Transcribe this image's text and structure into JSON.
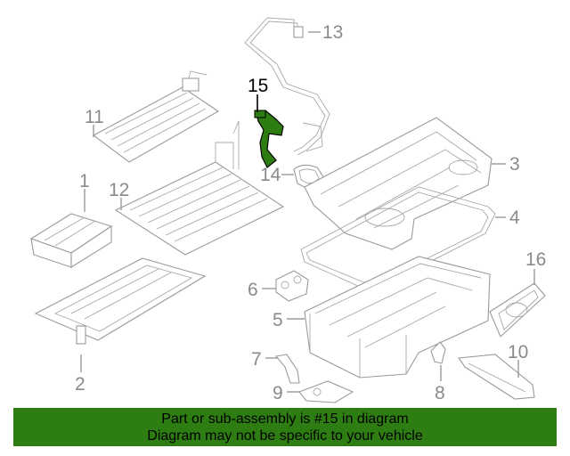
{
  "labels": {
    "l1": "1",
    "l2": "2",
    "l3": "3",
    "l4": "4",
    "l5": "5",
    "l6": "6",
    "l7": "7",
    "l8": "8",
    "l9": "9",
    "l10": "10",
    "l11": "11",
    "l12": "12",
    "l13": "13",
    "l14": "14",
    "l15": "15",
    "l16": "16"
  },
  "banner": {
    "line1": "Part or sub-assembly is #15 in diagram",
    "line2": "Diagram may not be specific to your vehicle"
  },
  "colors": {
    "highlight": "#2e7d12",
    "banner_bg": "#2e7d12",
    "lines": "#9a9a9a"
  }
}
